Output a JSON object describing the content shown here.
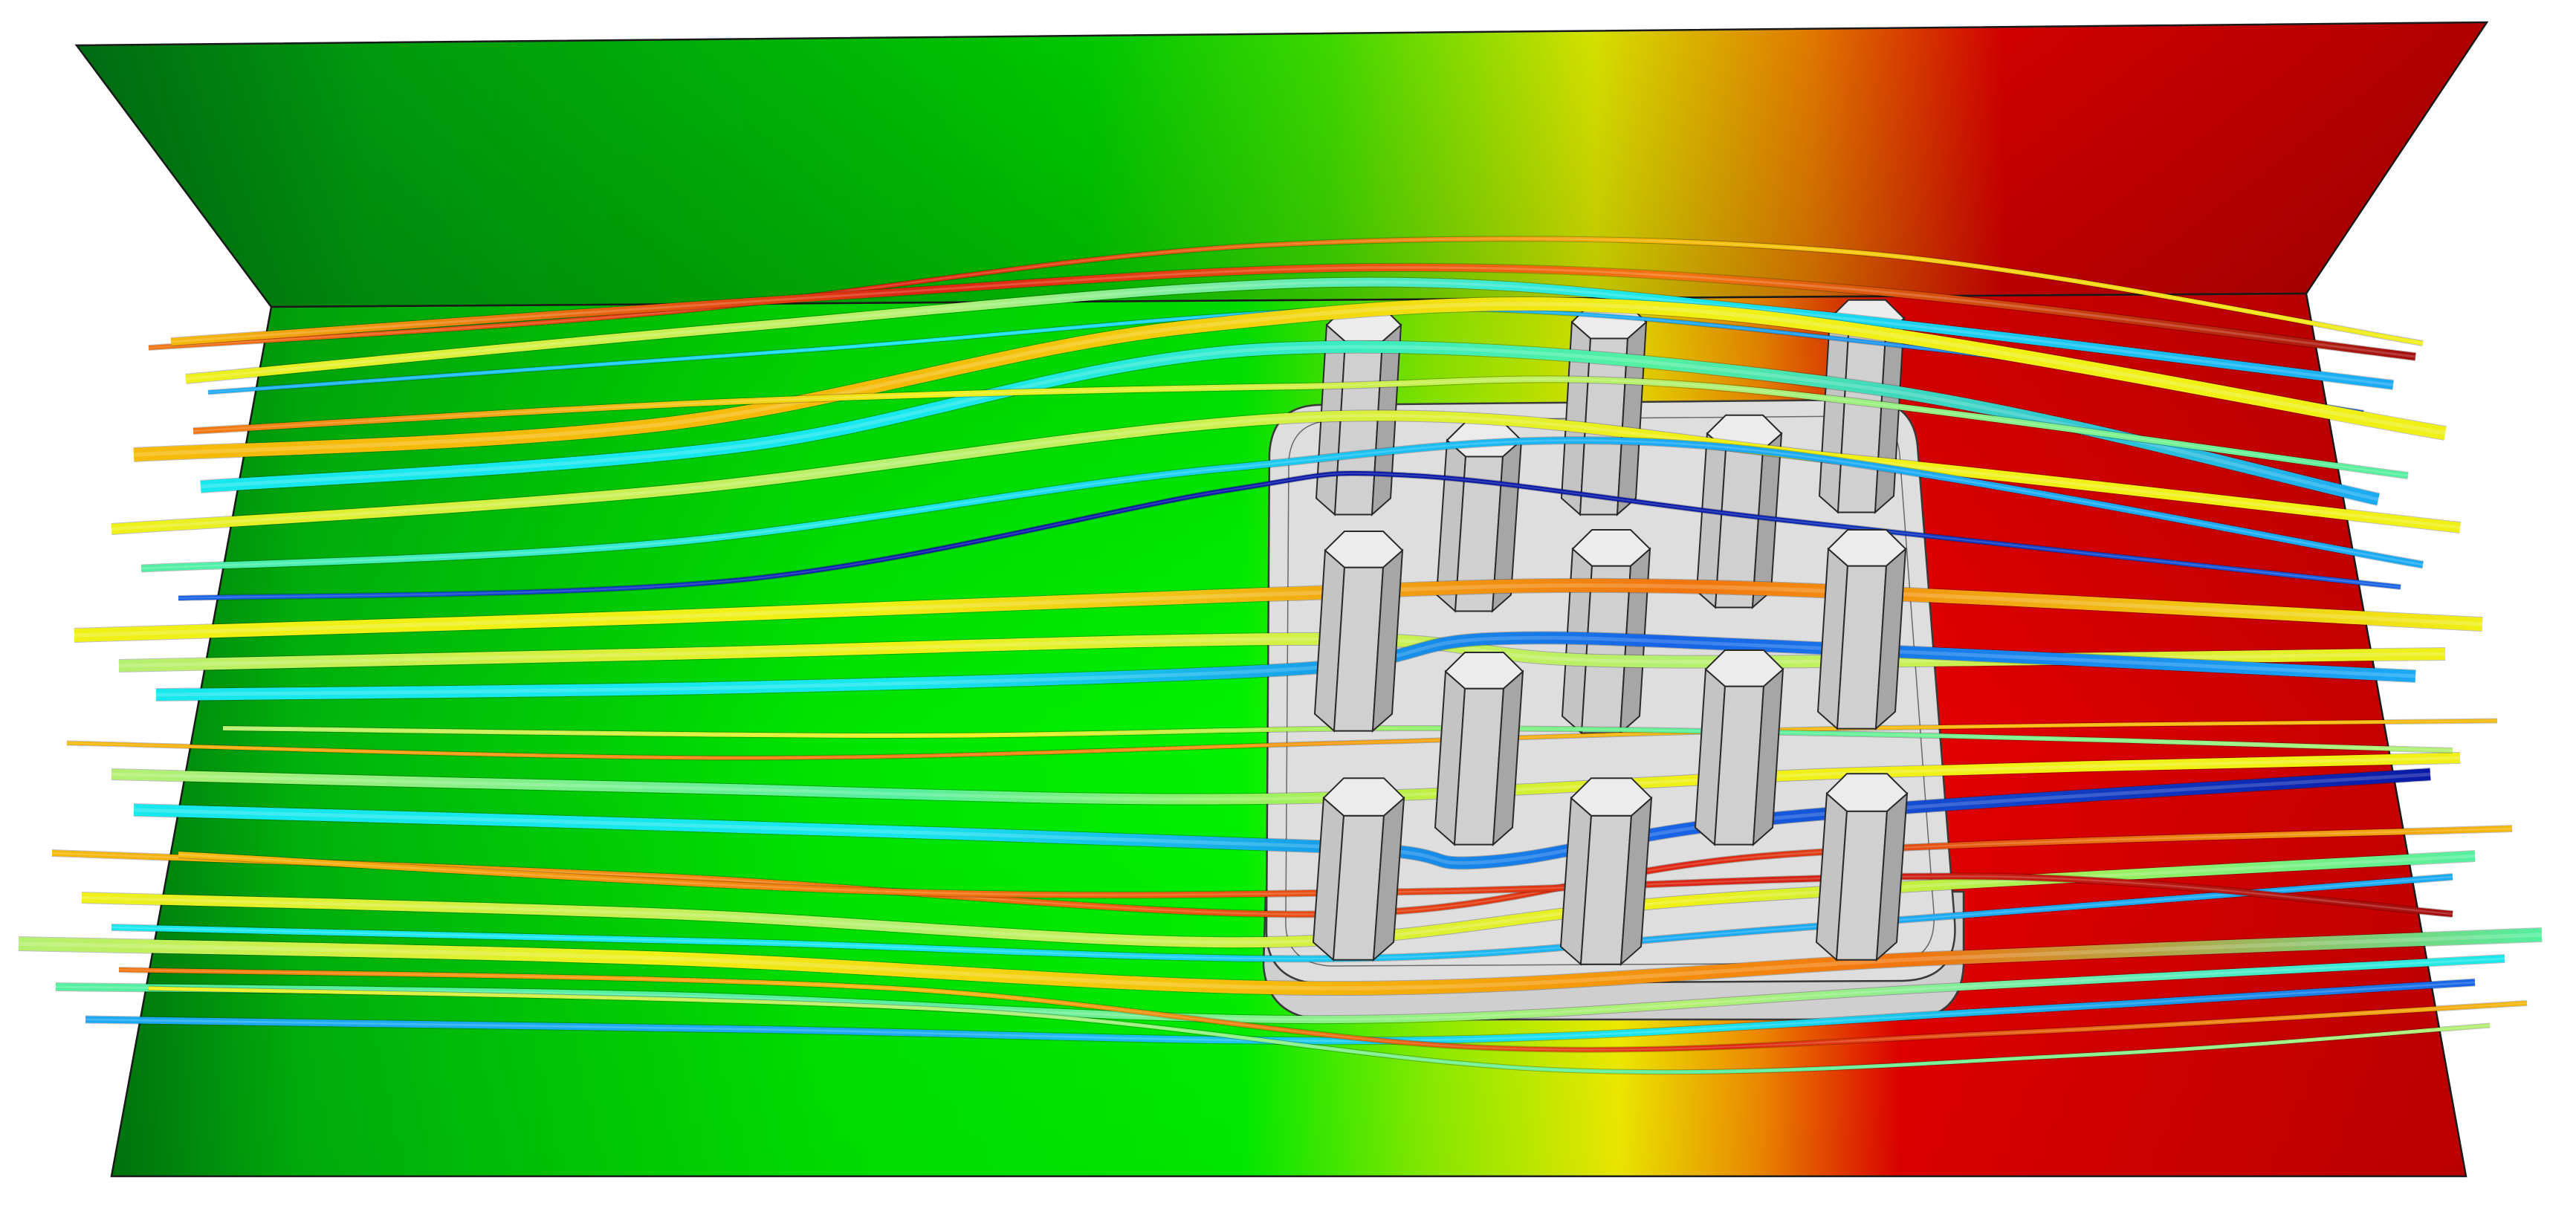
{
  "figure": {
    "description_kind": "3D CFD visualization: air flow past a pin-fin heat sink inside a channel",
    "legend": null,
    "title": null
  },
  "colors": {
    "background": "#ffffff",
    "wall_gradient": [
      "#006b12",
      "#00c800",
      "#19e600",
      "#aaf000",
      "#f4f400",
      "#f09000",
      "#d80000",
      "#b00000"
    ],
    "floor_gradient": [
      "#008d10",
      "#00d300",
      "#00f500",
      "#9af200",
      "#f4f000",
      "#f49000",
      "#e00000",
      "#c00000"
    ],
    "heat_sink_base": "#dcdcdc",
    "heat_sink_edge": "#4a4a4a",
    "pin_front": "#c4c4c4",
    "pin_side": "#a6a6a6",
    "pin_top": "#ececec",
    "streamline_palette": [
      "#0a1aa6",
      "#1763e6",
      "#1aaaf4",
      "#17e8ee",
      "#53f0a0",
      "#b4f070",
      "#f0f016",
      "#f5ba0a",
      "#f2740e",
      "#dc2412",
      "#a40f0f"
    ]
  },
  "scene": {
    "heat_sink": {
      "pins": [
        {
          "id": "pin-r1-c1"
        },
        {
          "id": "pin-r1-c2"
        },
        {
          "id": "pin-r1-c3"
        },
        {
          "id": "pin-r2-c1"
        },
        {
          "id": "pin-r2-c2"
        },
        {
          "id": "pin-r2-c3"
        },
        {
          "id": "pin-r3-c1"
        },
        {
          "id": "pin-r3-c2"
        },
        {
          "id": "pin-r3-c3"
        },
        {
          "id": "pin-r4-c1"
        },
        {
          "id": "pin-r4-c2"
        },
        {
          "id": "pin-r4-c3"
        },
        {
          "id": "pin-r5-c1"
        },
        {
          "id": "pin-r5-c2"
        }
      ]
    },
    "streamlines_count": 26
  }
}
